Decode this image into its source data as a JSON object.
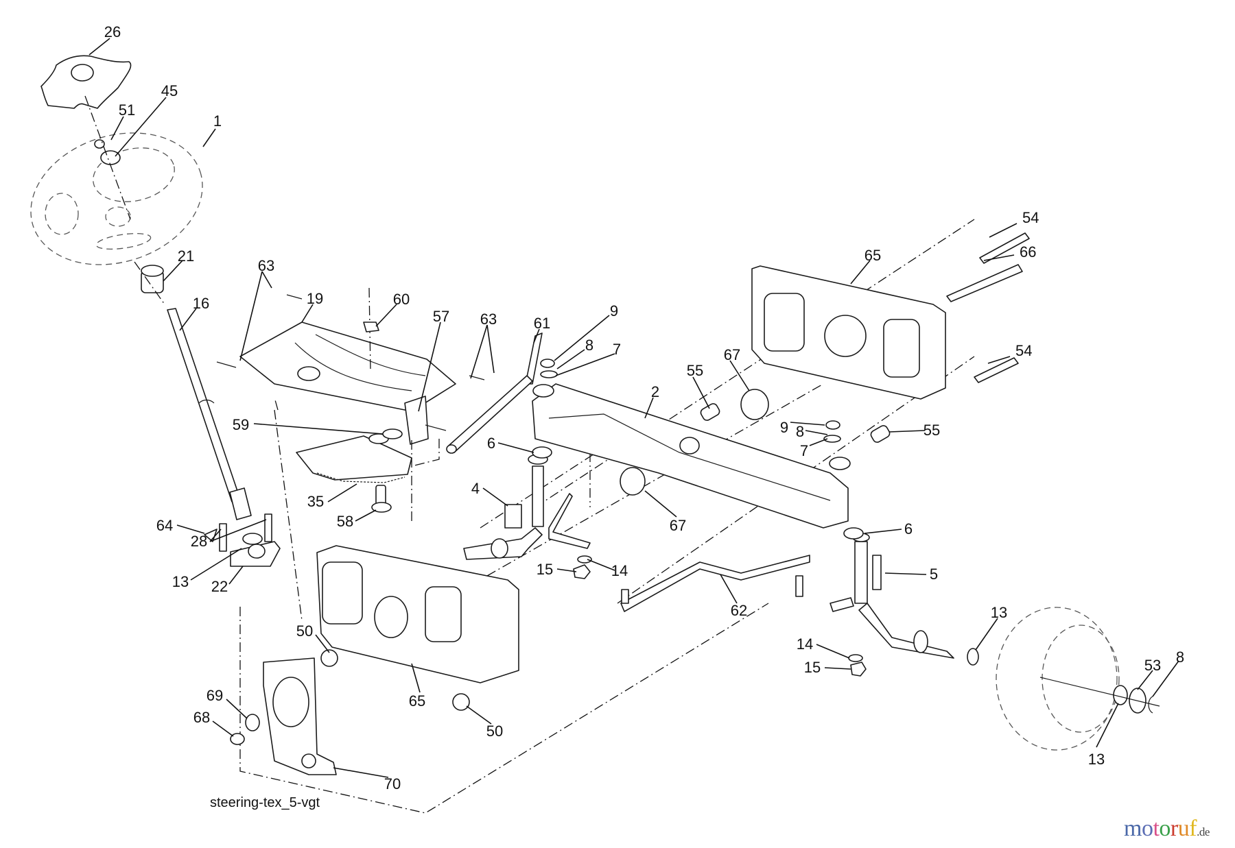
{
  "diagram": {
    "title_code": "steering-tex_5-vgt",
    "watermark": {
      "letters": [
        {
          "ch": "m",
          "color": "#4a68a8"
        },
        {
          "ch": "o",
          "color": "#5b6db4"
        },
        {
          "ch": "t",
          "color": "#d9508a"
        },
        {
          "ch": "o",
          "color": "#3aa04a"
        },
        {
          "ch": "r",
          "color": "#cc3b2e"
        },
        {
          "ch": "u",
          "color": "#e08a28"
        },
        {
          "ch": "f",
          "color": "#e0b820"
        }
      ],
      "suffix": ".de"
    },
    "callouts": [
      {
        "id": "c26",
        "label": "26",
        "part": "steering-wheel-cap"
      },
      {
        "id": "c51",
        "label": "51",
        "part": "hex-nut"
      },
      {
        "id": "c45",
        "label": "45",
        "part": "washer"
      },
      {
        "id": "c1",
        "label": "1",
        "part": "steering-wheel"
      },
      {
        "id": "c21",
        "label": "21",
        "part": "steering-adapter"
      },
      {
        "id": "c16",
        "label": "16",
        "part": "steering-shaft"
      },
      {
        "id": "c63a",
        "label": "63",
        "part": "bolt"
      },
      {
        "id": "c19",
        "label": "19",
        "part": "steering-plate"
      },
      {
        "id": "c60",
        "label": "60",
        "part": "flange-nut"
      },
      {
        "id": "c57",
        "label": "57",
        "part": "bracket"
      },
      {
        "id": "c63b",
        "label": "63",
        "part": "bolt"
      },
      {
        "id": "c61",
        "label": "61",
        "part": "drag-link"
      },
      {
        "id": "c9a",
        "label": "9",
        "part": "cap"
      },
      {
        "id": "c8a",
        "label": "8",
        "part": "retaining-ring"
      },
      {
        "id": "c7a",
        "label": "7",
        "part": "washer"
      },
      {
        "id": "c55a",
        "label": "55",
        "part": "spacer"
      },
      {
        "id": "c67a",
        "label": "67",
        "part": "bushing"
      },
      {
        "id": "c2",
        "label": "2",
        "part": "front-axle"
      },
      {
        "id": "c65a",
        "label": "65",
        "part": "axle-mount-bracket"
      },
      {
        "id": "c54a",
        "label": "54",
        "part": "bolt"
      },
      {
        "id": "c66",
        "label": "66",
        "part": "shoulder-bolt"
      },
      {
        "id": "c54b",
        "label": "54",
        "part": "bolt"
      },
      {
        "id": "c9b",
        "label": "9",
        "part": "cap"
      },
      {
        "id": "c8b",
        "label": "8",
        "part": "retaining-ring"
      },
      {
        "id": "c7b",
        "label": "7",
        "part": "washer"
      },
      {
        "id": "c55b",
        "label": "55",
        "part": "spacer"
      },
      {
        "id": "c59",
        "label": "59",
        "part": "washer"
      },
      {
        "id": "c6a",
        "label": "6",
        "part": "bushing"
      },
      {
        "id": "c4",
        "label": "4",
        "part": "spindle-left"
      },
      {
        "id": "c35",
        "label": "35",
        "part": "sector-gear"
      },
      {
        "id": "c58",
        "label": "58",
        "part": "shoulder-bolt"
      },
      {
        "id": "c64",
        "label": "64",
        "part": "clip"
      },
      {
        "id": "c28",
        "label": "28",
        "part": "bolt"
      },
      {
        "id": "c13a",
        "label": "13",
        "part": "bushing"
      },
      {
        "id": "c22",
        "label": "22",
        "part": "bearing-flange"
      },
      {
        "id": "c67b",
        "label": "67",
        "part": "bushing"
      },
      {
        "id": "c6b",
        "label": "6",
        "part": "bushing"
      },
      {
        "id": "c5",
        "label": "5",
        "part": "spindle-right"
      },
      {
        "id": "c15a",
        "label": "15",
        "part": "lock-nut"
      },
      {
        "id": "c14a",
        "label": "14",
        "part": "washer"
      },
      {
        "id": "c62",
        "label": "62",
        "part": "tie-rod"
      },
      {
        "id": "c13b",
        "label": "13",
        "part": "washer"
      },
      {
        "id": "c14b",
        "label": "14",
        "part": "washer"
      },
      {
        "id": "c15b",
        "label": "15",
        "part": "lock-nut"
      },
      {
        "id": "c50a",
        "label": "50",
        "part": "flange-nut"
      },
      {
        "id": "c65b",
        "label": "65",
        "part": "axle-mount-bracket"
      },
      {
        "id": "c50b",
        "label": "50",
        "part": "flange-nut"
      },
      {
        "id": "c69",
        "label": "69",
        "part": "washer"
      },
      {
        "id": "c68",
        "label": "68",
        "part": "nut"
      },
      {
        "id": "c70",
        "label": "70",
        "part": "plate"
      },
      {
        "id": "c53",
        "label": "53",
        "part": "washer"
      },
      {
        "id": "c8c",
        "label": "8",
        "part": "retaining-ring"
      },
      {
        "id": "c13c",
        "label": "13",
        "part": "washer"
      }
    ]
  }
}
